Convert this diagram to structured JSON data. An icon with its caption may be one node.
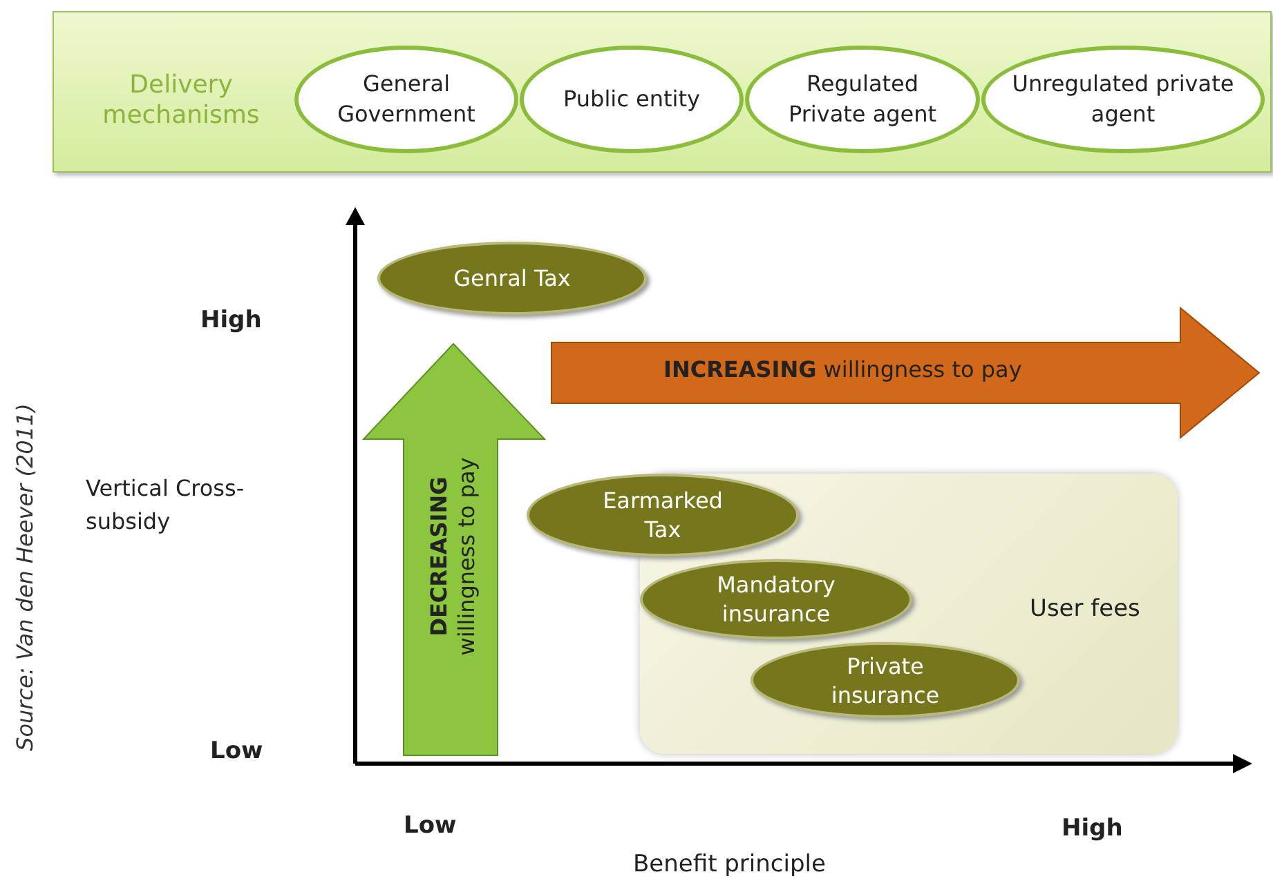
{
  "diagram": {
    "nodes": [
      {
        "text": [
          "Delivery mechanisms"
        ]
      },
      {
        "text": [
          "General Government"
        ],
        "in": 0
      },
      {
        "text": [
          "Public entity"
        ],
        "in": 0
      },
      {
        "text": [
          "Regulated Private agent"
        ],
        "in": 0
      },
      {
        "text": [
          "Unregulated private agent"
        ],
        "in": 0
      },
      {
        "text": [
          "Genral Tax"
        ]
      },
      {
        "text": [
          "Earmarked Tax"
        ]
      },
      {
        "text": [
          "User fees"
        ]
      },
      {
        "text": [
          "Mandatory insurance"
        ],
        "in": 7
      },
      {
        "text": [
          "Private insurance"
        ],
        "in": 7
      },
      {
        "text": [
          "**INCREASING** willingness to pay"
        ]
      },
      {
        "text": [
          "**DECREASING** willingness to pay"
        ]
      }
    ],
    "edges": [],
    "labels": [
      "High",
      "Vertical Cross-subsidy",
      "Low",
      "Low",
      "High",
      "Benefit principle",
      "Source: Van den Heever (2011)"
    ]
  }
}
